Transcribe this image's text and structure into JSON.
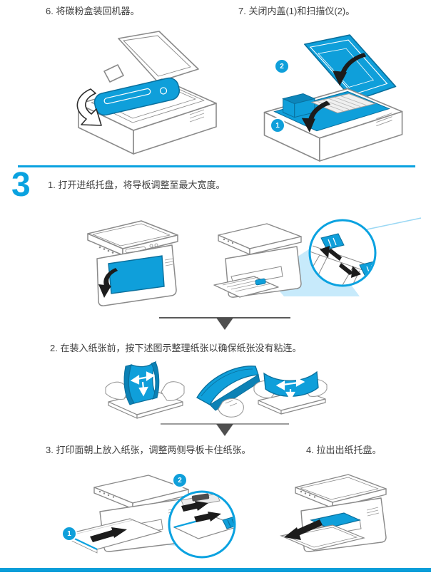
{
  "colors": {
    "accent_blue": "#0aa2e0",
    "illustration_blue": "#0f9fda",
    "illustration_blue_dark": "#0a6f9c",
    "light_blue_cone": "#c7eafb",
    "text_gray": "#3f3f3f",
    "footer_blue": "#0a9ed9"
  },
  "icons": {
    "curved_arrow": "swoosh arrow (close / swing motion)",
    "straight_arrow": "solid black direction arrow",
    "zoom_callout": "blue magnifier circle",
    "flow_triangle": "downward step-flow triangle"
  },
  "top_row": {
    "step6_caption": "6. 将碳粉盒装回机器。",
    "step7_caption": "7. 关闭内盖(1)和扫描仪(2)。",
    "step7_badges": {
      "inner_cover": "1",
      "scanner": "2"
    }
  },
  "section3": {
    "number": "3",
    "step1_caption": "1. 打开进纸托盘，将导板调整至最大宽度。",
    "step2_caption": "2. 在装入纸张前，按下述图示整理纸张以确保纸张没有粘连。",
    "step3_caption": "3. 打印面朝上放入纸张，调整两侧导板卡住纸张。",
    "step3_badges": {
      "load_paper": "1",
      "adjust_guides": "2"
    },
    "step4_caption": "4. 拉出出纸托盘。"
  }
}
